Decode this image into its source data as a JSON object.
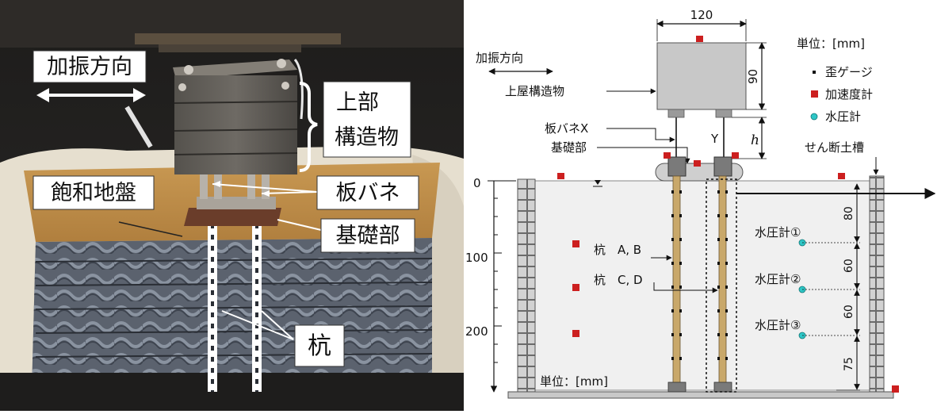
{
  "photo": {
    "excitation_label": "加振方向",
    "superstructure_label_1": "上部",
    "superstructure_label_2": "構造物",
    "saturated_ground_label": "飽和地盤",
    "leaf_spring_label": "板バネ",
    "foundation_label": "基礎部",
    "pile_label": "杭"
  },
  "schematic": {
    "width_dim": "120",
    "height_dim": "90",
    "unit_top": "単位：[mm]",
    "legend": {
      "strain_gauge": "歪ゲージ",
      "accelerometer": "加速度計",
      "pore_pressure_gauge": "水圧計"
    },
    "excitation_label": "加振方向",
    "superstructure_label": "上屋構造物",
    "leaf_spring_x_label": "板バネX",
    "foundation_label": "基礎部",
    "y_label": "Y",
    "h_label": "h",
    "shear_box_label": "せん断土槽",
    "pile_ab_label": "杭　A, B",
    "pile_cd_label": "杭　C, D",
    "depth_ticks": [
      "0",
      "100",
      "200"
    ],
    "ppg1": "水圧計①",
    "ppg2": "水圧計②",
    "ppg3": "水圧計③",
    "right_dims": [
      "80",
      "60",
      "60",
      "75"
    ],
    "unit_bottom": "単位：[mm]",
    "colors": {
      "accelerometer": "#cc1f1f",
      "pore_pressure": "#2ec6c6",
      "pile": "#c9a86a",
      "box": "#cccccc"
    }
  }
}
